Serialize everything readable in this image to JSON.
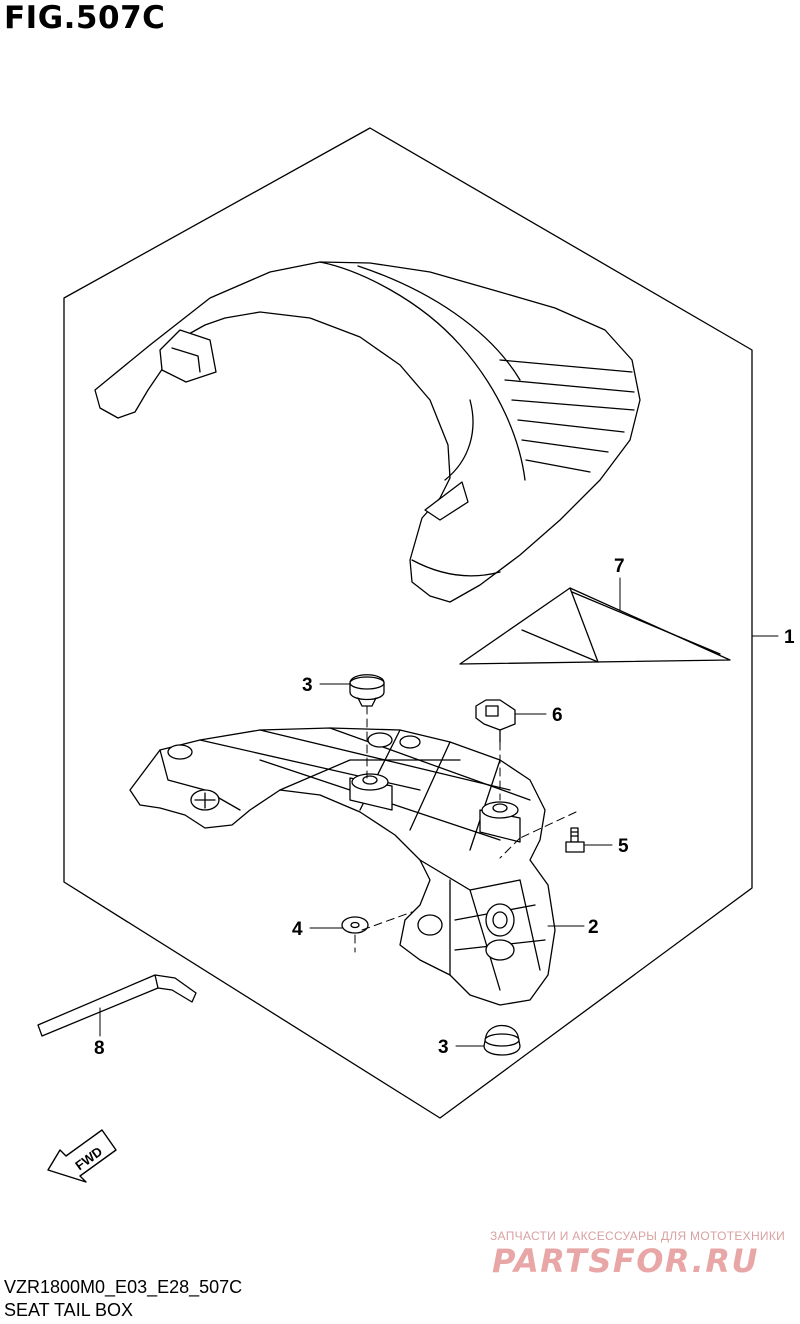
{
  "figure": {
    "title": "FIG.507C",
    "code": "VZR1800M0_E03_E28_507C",
    "name": "SEAT TAIL BOX"
  },
  "callouts": [
    {
      "id": "c1",
      "label": "1"
    },
    {
      "id": "c2",
      "label": "2"
    },
    {
      "id": "c3a",
      "label": "3"
    },
    {
      "id": "c3b",
      "label": "3"
    },
    {
      "id": "c4",
      "label": "4"
    },
    {
      "id": "c5",
      "label": "5"
    },
    {
      "id": "c6",
      "label": "6"
    },
    {
      "id": "c7",
      "label": "7"
    },
    {
      "id": "c8",
      "label": "8"
    }
  ],
  "fwd_label": "FWD",
  "watermark": {
    "caption": "ЗАПЧАСТИ И АКСЕССУАРЫ ДЛЯ МОТОТЕХНИКИ",
    "logo_text": "PARTSFOR.RU",
    "color": "#e06060"
  }
}
